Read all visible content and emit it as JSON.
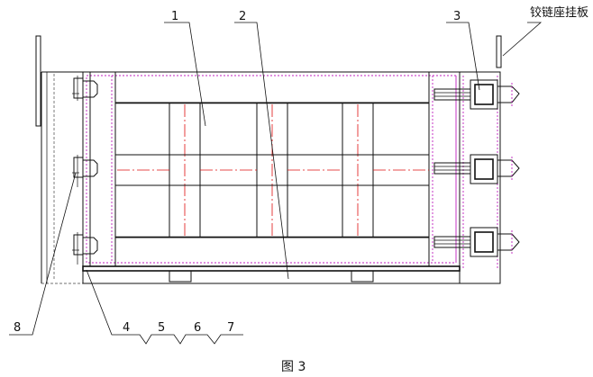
{
  "labels": {
    "n1": "1",
    "n2": "2",
    "n3": "3",
    "n4": "4",
    "n5": "5",
    "n6": "6",
    "n7": "7",
    "n8": "8",
    "hinge_plate": "铰链座挂板"
  },
  "caption": "图 3",
  "colors": {
    "outline": "#111111",
    "hidden_line": "#c020c0",
    "center_line": "#e01010"
  }
}
